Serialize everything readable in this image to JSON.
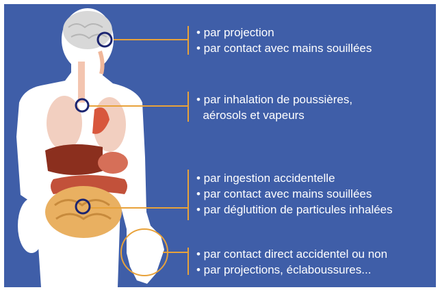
{
  "annotations": [
    {
      "region": "head",
      "items": [
        "• par projection",
        "• par contact avec mains souillées"
      ]
    },
    {
      "region": "lungs",
      "items": [
        "• par inhalation de poussières,",
        "  aérosols et vapeurs"
      ]
    },
    {
      "region": "digestive",
      "items": [
        "• par ingestion accidentelle",
        "• par contact avec mains souillées",
        "• par déglutition de particules inhalées"
      ]
    },
    {
      "region": "hand",
      "items": [
        "• par contact direct accidentel ou non",
        "• par projections, éclaboussures..."
      ]
    }
  ],
  "colors": {
    "background": "#3f5ea8",
    "connector": "#e8a23a",
    "marker": "#1b2470",
    "body": "#ffffff",
    "text": "#ffffff"
  }
}
